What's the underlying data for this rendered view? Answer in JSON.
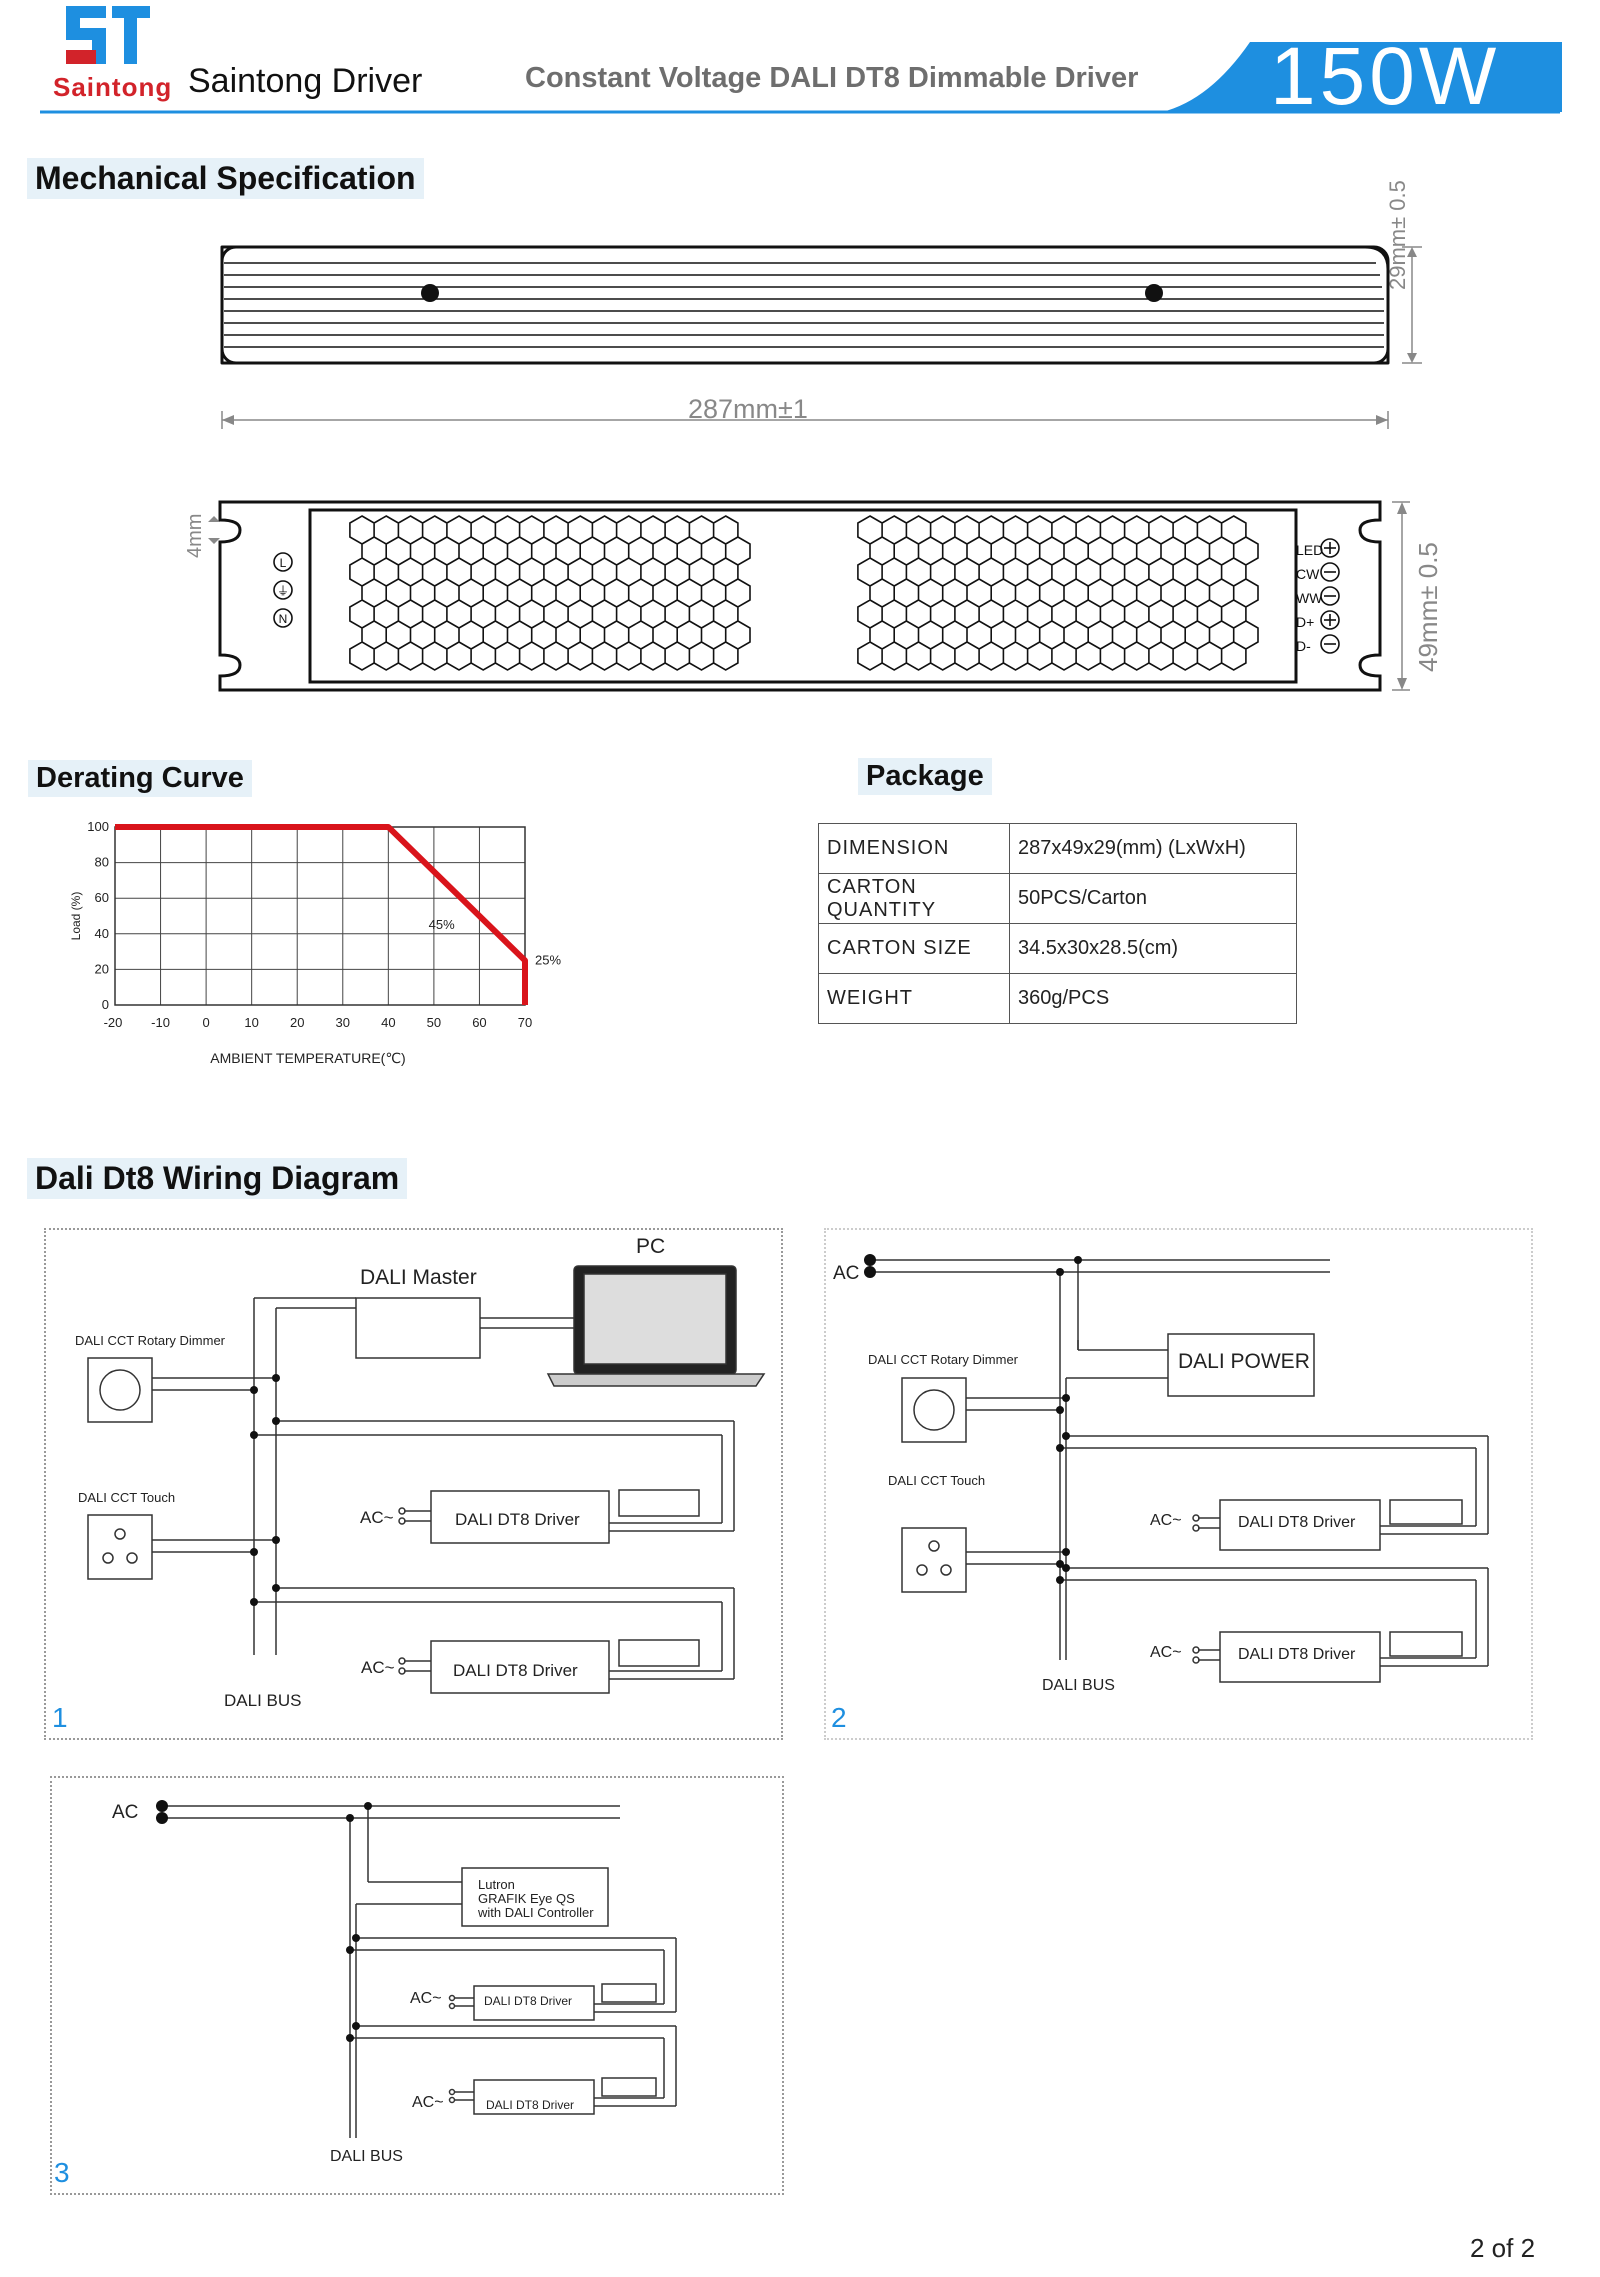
{
  "header": {
    "logo_text": "Saintong",
    "brand": "Saintong Driver",
    "title": "Constant Voltage DALI DT8 Dimmable Driver",
    "wattage": "150W",
    "accent_color": "#1e8fe0"
  },
  "mechanical": {
    "title": "Mechanical Specification",
    "height_dim": "29mm± 0.5",
    "length_dim": "287mm±1",
    "width_dim": "49mm± 0.5",
    "hole_dim": "4mm",
    "output_terminals": [
      "LED",
      "CW",
      "WW",
      "D+",
      "D-"
    ],
    "input_terminals": [
      "L",
      "⏚",
      "N"
    ]
  },
  "derating": {
    "title": "Derating Curve",
    "chart_data": {
      "type": "line",
      "x": [
        -20,
        40,
        70,
        70
      ],
      "y": [
        100,
        100,
        25,
        0
      ],
      "xlabel": "AMBIENT TEMPERATURE(℃)",
      "ylabel": "Load (%)",
      "xticks": [
        "-20",
        "-10",
        "0",
        "10",
        "20",
        "30",
        "40",
        "50",
        "60",
        "70"
      ],
      "yticks": [
        "0",
        "20",
        "40",
        "60",
        "80",
        "100"
      ],
      "xlim": [
        -20,
        70
      ],
      "ylim": [
        0,
        100
      ],
      "annotations": [
        {
          "label": "45%",
          "x": 55,
          "y": 45
        },
        {
          "label": "25%",
          "x": 70,
          "y": 25
        }
      ],
      "grid": true,
      "line_color": "#d9141b"
    }
  },
  "package": {
    "title": "Package",
    "rows": [
      {
        "key": "DIMENSION",
        "value": "287x49x29(mm) (LxWxH)"
      },
      {
        "key": "CARTON QUANTITY",
        "value": "50PCS/Carton"
      },
      {
        "key": "CARTON SIZE",
        "value": "34.5x30x28.5(cm)"
      },
      {
        "key": "WEIGHT",
        "value": "360g/PCS"
      }
    ]
  },
  "wiring": {
    "title": "Dali Dt8 Wiring Diagram",
    "d1": {
      "number": "1",
      "pc": "PC",
      "master": "DALI Master",
      "rotary": "DALI CCT Rotary Dimmer",
      "touch": "DALI  CCT Touch",
      "ac": "AC~",
      "driver": "DALI DT8 Driver",
      "bus": "DALI BUS"
    },
    "d2": {
      "number": "2",
      "ac_main": "AC",
      "power": "DALI POWER",
      "rotary": "DALI CCT Rotary Dimmer",
      "touch": "DALI  CCT Touch",
      "ac": "AC~",
      "driver": "DALI DT8 Driver",
      "bus": "DALI BUS"
    },
    "d3": {
      "number": "3",
      "ac_main": "AC",
      "lutron_1": "Lutron",
      "lutron_2": "GRAFIK Eye QS",
      "lutron_3": "with DALI Controller",
      "ac": "AC~",
      "driver": "DALI DT8 Driver",
      "bus": "DALI BUS"
    }
  },
  "footer": {
    "page": "2 of 2"
  }
}
